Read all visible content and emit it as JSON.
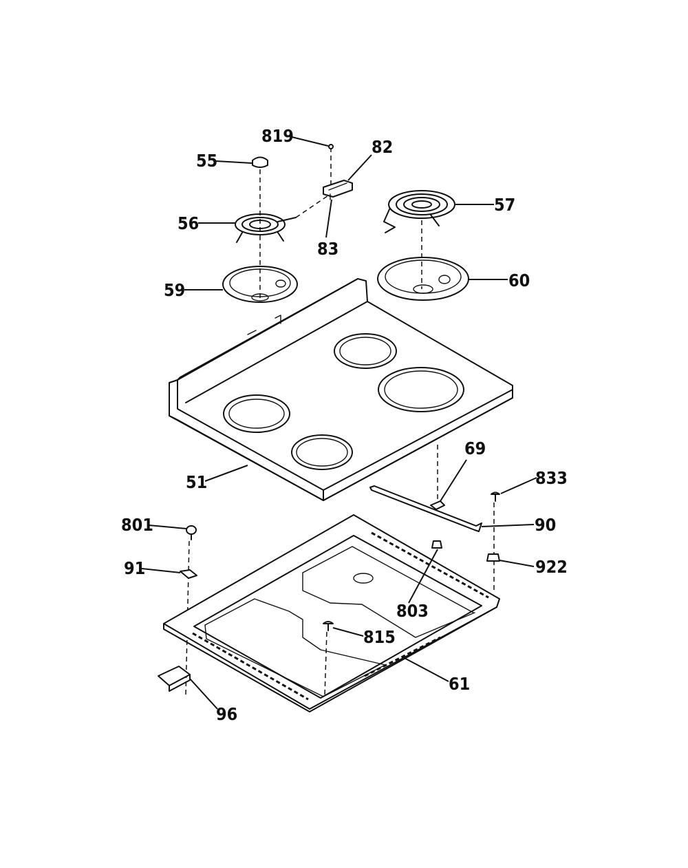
{
  "labels": {
    "p819": "819",
    "p55": "55",
    "p82": "82",
    "p57": "57",
    "p56": "56",
    "p83": "83",
    "p59": "59",
    "p60": "60",
    "p51": "51",
    "p69": "69",
    "p833": "833",
    "p801": "801",
    "p90": "90",
    "p91": "91",
    "p922": "922",
    "p803": "803",
    "p815": "815",
    "p61": "61",
    "p96": "96"
  }
}
